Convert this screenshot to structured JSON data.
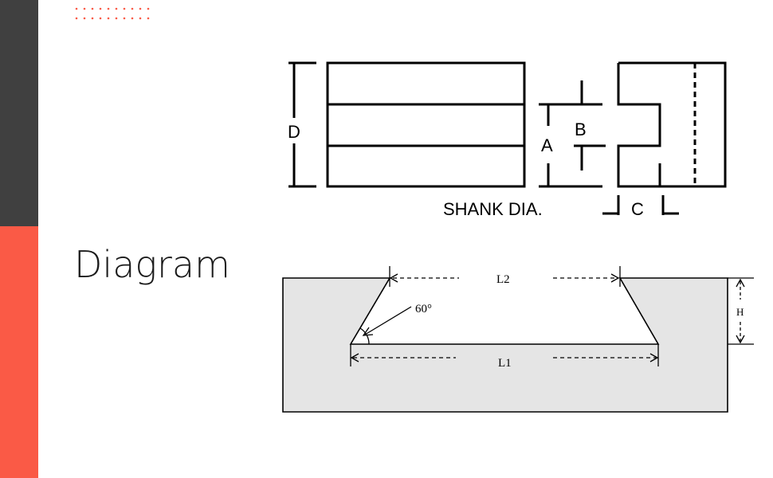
{
  "slide": {
    "title": "Diagram",
    "accent_color": "#fa5a46",
    "dark_color": "#404040"
  },
  "cutter_diagram": {
    "label_d": "D",
    "label_a": "A",
    "label_b": "B",
    "label_c": "C",
    "label_shank": "SHANK DIA."
  },
  "groove_diagram": {
    "label_l1": "L1",
    "label_l2": "L2",
    "label_h": "H",
    "label_angle": "60°",
    "fill_color": "#e5e5e5"
  }
}
